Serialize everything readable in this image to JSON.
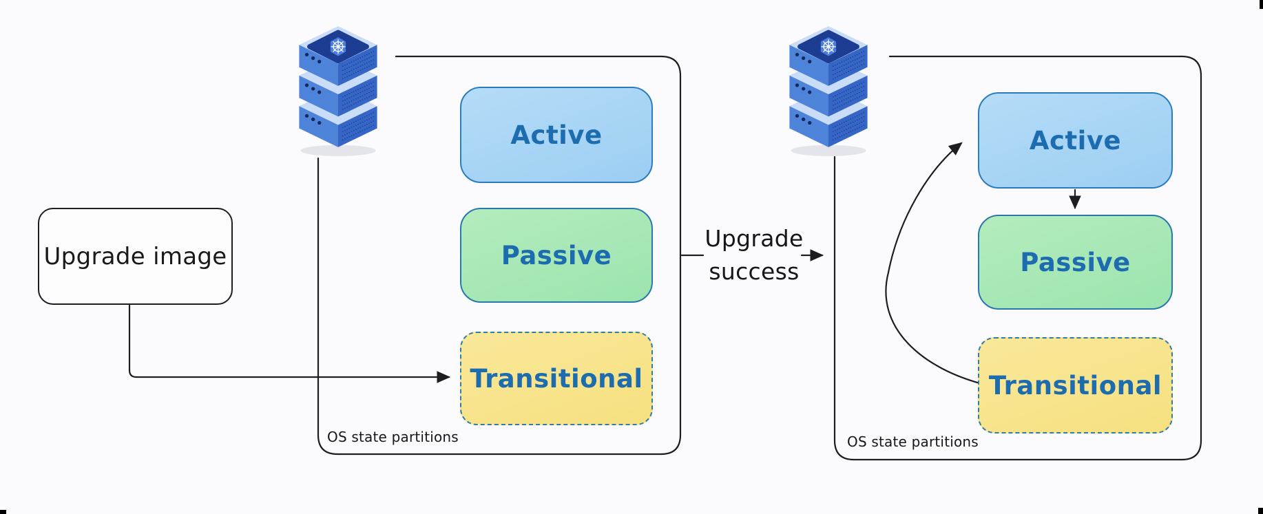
{
  "colors": {
    "background": "#fbfafc",
    "outline": "#1d1d1f",
    "label_blue": "#1e6cb0",
    "active_fill": "#a7d4f5",
    "active_border": "#2b7cbd",
    "passive_fill": "#a9e8b8",
    "passive_border": "#2878ae",
    "transitional_fill": "#f8e48b",
    "transitional_border": "#2e7cab"
  },
  "upgrade_image_box": {
    "label": "Upgrade image"
  },
  "transition_arrow": {
    "line1": "Upgrade",
    "line2": "success"
  },
  "left_cluster": {
    "caption": "OS state partitions",
    "icon": "kubernetes-server-icon",
    "partitions": [
      {
        "label": "Active",
        "state": "active"
      },
      {
        "label": "Passive",
        "state": "passive"
      },
      {
        "label": "Transitional",
        "state": "transitional"
      }
    ]
  },
  "right_cluster": {
    "caption": "OS state partitions",
    "icon": "kubernetes-server-icon",
    "partitions": [
      {
        "label": "Active",
        "state": "active"
      },
      {
        "label": "Passive",
        "state": "passive"
      },
      {
        "label": "Transitional",
        "state": "transitional"
      }
    ]
  }
}
